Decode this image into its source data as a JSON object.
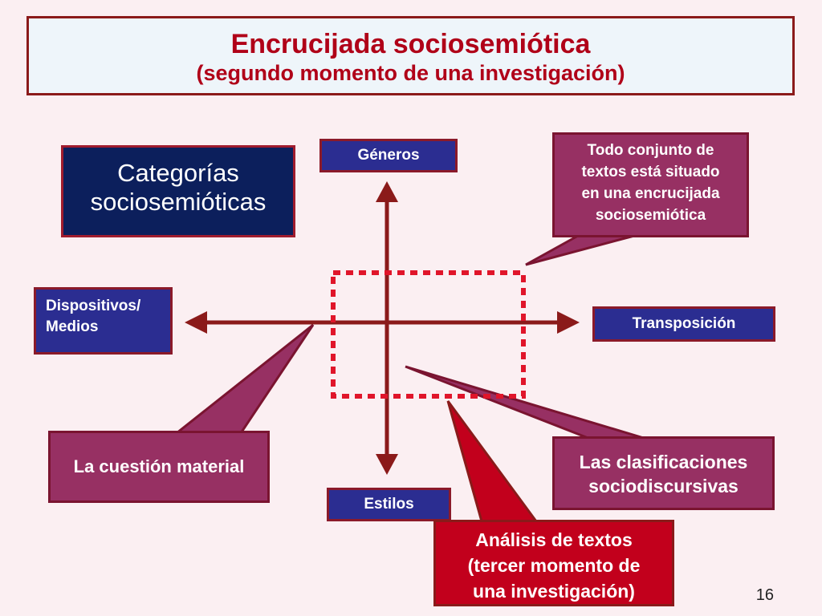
{
  "title": {
    "main": "Encrucijada sociosemiótica",
    "sub": "(segundo momento de una investigación)"
  },
  "categories_box": {
    "line1": "Categorías",
    "line2": "sociosemióticas"
  },
  "axes": {
    "top": "Géneros",
    "bottom": "Estilos",
    "left_line1": "Dispositivos/",
    "left_line2": "Medios",
    "right": "Transposición"
  },
  "callouts": {
    "top_right": [
      "Todo conjunto de",
      "textos está situado",
      "en una encrucijada",
      "sociosemiótica"
    ],
    "left": "La cuestión material",
    "right_line1": "Las clasificaciones",
    "right_line2": "sociodiscursivas",
    "bottom_line1": "Análisis de textos",
    "bottom_line2": "(tercer momento de",
    "bottom_line3": "una investigación)"
  },
  "page_number": "16",
  "colors": {
    "background": "#fbeff2",
    "title_text": "#b00018",
    "navy": "#0c1f5c",
    "blue": "#2b2d91",
    "plum": "#973063",
    "red": "#c2001c",
    "axis": "#8b1a1a",
    "dashed_frame": "#e0152a"
  }
}
